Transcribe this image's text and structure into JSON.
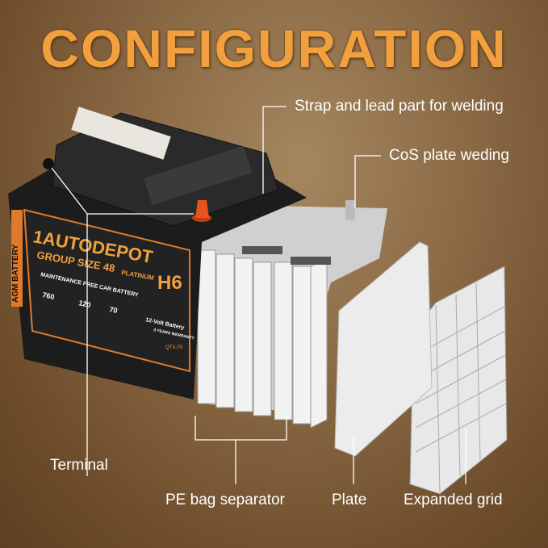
{
  "title": "CONFIGURATION",
  "callouts": {
    "strap": "Strap and lead part for welding",
    "cos": "CoS plate weding",
    "terminal": "Terminal",
    "separator": "PE bag separator",
    "plate": "Plate",
    "grid": "Expanded grid"
  },
  "battery": {
    "brand": "1AUTODEPOT",
    "side_label": "AGM BATTERY",
    "group": "GROUP SIZE 48",
    "tier": "PLATINUM",
    "size_code": "H6",
    "tagline": "MAINTENANCE FREE CAR BATTERY",
    "specs": [
      "760",
      "120",
      "70"
    ],
    "voltage": "12-Volt Battery",
    "warranty": "3 YEARS WARRANTY",
    "model": "QTX-70"
  },
  "colors": {
    "accent": "#f2a03e",
    "battery_body": "#1c1c1c",
    "terminal": "#e8531c"
  }
}
